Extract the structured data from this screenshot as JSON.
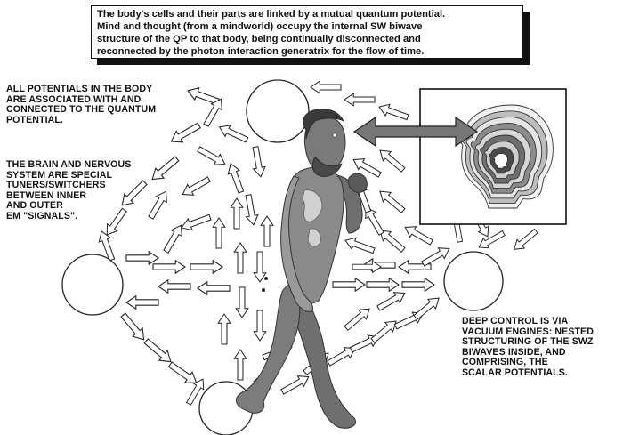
{
  "caption": {
    "lines": [
      "The body's cells and their parts are linked by a mutual quantum potential.",
      "Mind and thought (from a mindworld) occupy the internal SW biwave",
      "structure of the QP to that body, being continually disconnected and",
      "reconnected by the photon interaction generatrix for the flow of time."
    ]
  },
  "label_potentials": {
    "lines": [
      "ALL POTENTIALS IN THE BODY",
      "ARE ASSOCIATED WITH AND",
      "CONNECTED TO THE QUANTUM",
      "POTENTIAL."
    ]
  },
  "label_brain": {
    "lines": [
      "THE BRAIN AND NERVOUS",
      "SYSTEM ARE SPECIAL",
      "TUNERS/SWITCHERS",
      "BETWEEN INNER",
      "AND OUTER",
      "EM \"SIGNALS\"."
    ]
  },
  "label_deep_control": {
    "lines": [
      "DEEP CONTROL IS VIA",
      "VACUUM ENGINES:  NESTED",
      "STRUCTURING OF THE SWZ",
      "BIWAVES INSIDE, AND",
      "COMPRISING, THE",
      "SCALAR POTENTIALS."
    ]
  },
  "colors": {
    "ink": "#111111",
    "skin": "#8a8a8a",
    "skin_dark": "#5a5a5a",
    "highlight": "#d0d0d0",
    "head_rings": [
      "#f2f2f2",
      "#bdbdbd",
      "#e6e6e6",
      "#8c8c8c",
      "#d6d6d6",
      "#6e6e6e",
      "#cfcfcf",
      "#4a4a4a",
      "#ffffff"
    ]
  },
  "icons": {
    "nodes": "circle-node-icon",
    "arrows": "hollow-arrow-icon",
    "head": "nested-head-icon",
    "figure": "walking-man-icon"
  }
}
